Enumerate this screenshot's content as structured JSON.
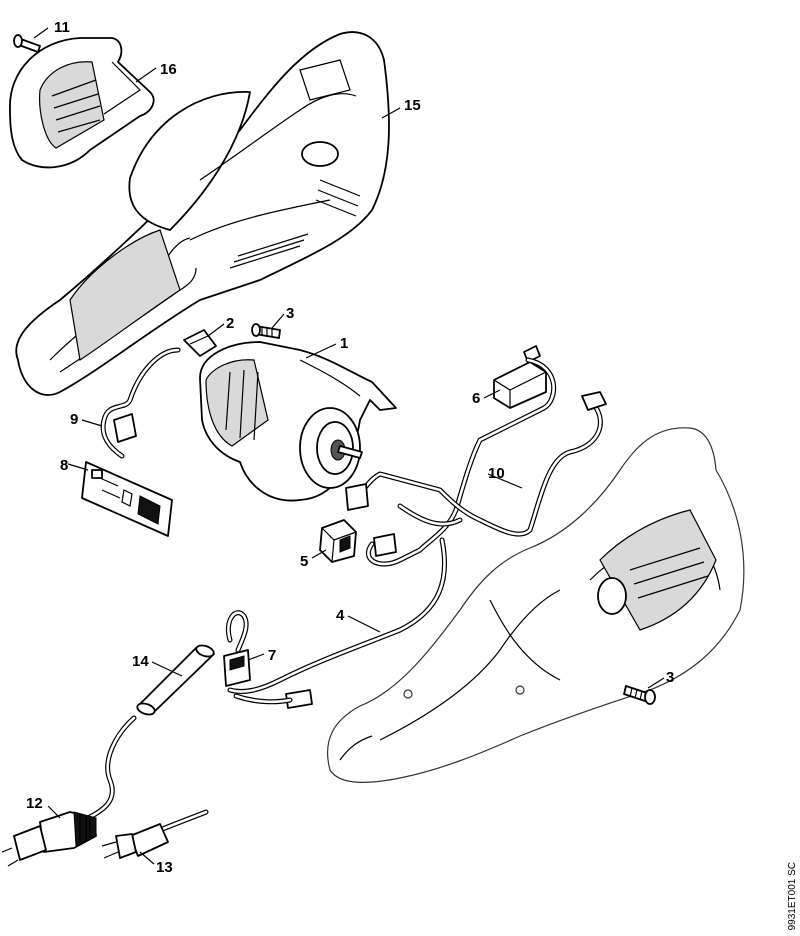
{
  "document_code": "9931ET001 SC",
  "callouts": [
    {
      "id": "p11",
      "label": "11"
    },
    {
      "id": "p16",
      "label": "16"
    },
    {
      "id": "p15",
      "label": "15"
    },
    {
      "id": "p2",
      "label": "2"
    },
    {
      "id": "p3a",
      "label": "3"
    },
    {
      "id": "p1",
      "label": "1"
    },
    {
      "id": "p6",
      "label": "6"
    },
    {
      "id": "p9",
      "label": "9"
    },
    {
      "id": "p8",
      "label": "8"
    },
    {
      "id": "p10",
      "label": "10"
    },
    {
      "id": "p5",
      "label": "5"
    },
    {
      "id": "p4",
      "label": "4"
    },
    {
      "id": "p14",
      "label": "14"
    },
    {
      "id": "p7",
      "label": "7"
    },
    {
      "id": "p3b",
      "label": "3"
    },
    {
      "id": "p12",
      "label": "12"
    },
    {
      "id": "p13",
      "label": "13"
    }
  ]
}
